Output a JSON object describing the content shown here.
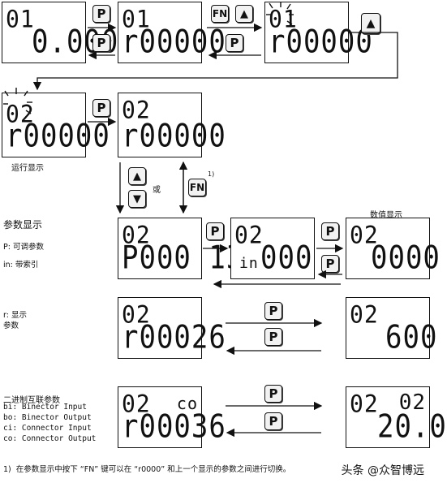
{
  "displays": {
    "d1": {
      "top": "01",
      "bottom": "0.000"
    },
    "d2": {
      "top": "01",
      "bottom": "r00000"
    },
    "d3": {
      "top": "01",
      "bottom": "r00000"
    },
    "d4": {
      "top": "02",
      "bottom": "r00000"
    },
    "d5": {
      "top": "02",
      "bottom": "r00000"
    },
    "d6": {
      "top": "02",
      "bottom": "P000 13"
    },
    "d7": {
      "top": "02",
      "bottom_prefix": "in",
      "bottom": "000"
    },
    "d8": {
      "top": "02",
      "bottom": "0000"
    },
    "d9": {
      "top": "02",
      "bottom": "r00026"
    },
    "d10": {
      "top": "02",
      "bottom": "600"
    },
    "d11": {
      "top": "02",
      "top_right": "co",
      "bottom": "r00036"
    },
    "d12": {
      "top": "02",
      "top_right": "02",
      "bottom": "20.0"
    }
  },
  "keys": {
    "p": "P",
    "fn": "FN",
    "up": "▲",
    "down": "▼"
  },
  "labels": {
    "run_display": "运行显示",
    "or": "或",
    "footnote_mark": "1)",
    "value_display": "数值显示",
    "param_display": "参数显示",
    "p_adjustable": "P: 可调参数",
    "in_indexed": "in: 带索引",
    "r_display": "r: 显示",
    "r_param": "参数",
    "binector_title": "二进制互联参数",
    "bi": "bi: Binector Input",
    "bo": "bo: Binector Output",
    "ci": "ci: Connector Input",
    "co": "co: Connector Output",
    "footnote": "1)  在参数显示中按下 “FN” 键可以在 “r0000” 和上一个显示的参数之间进行切换。",
    "watermark": "头条 @众智博远"
  }
}
